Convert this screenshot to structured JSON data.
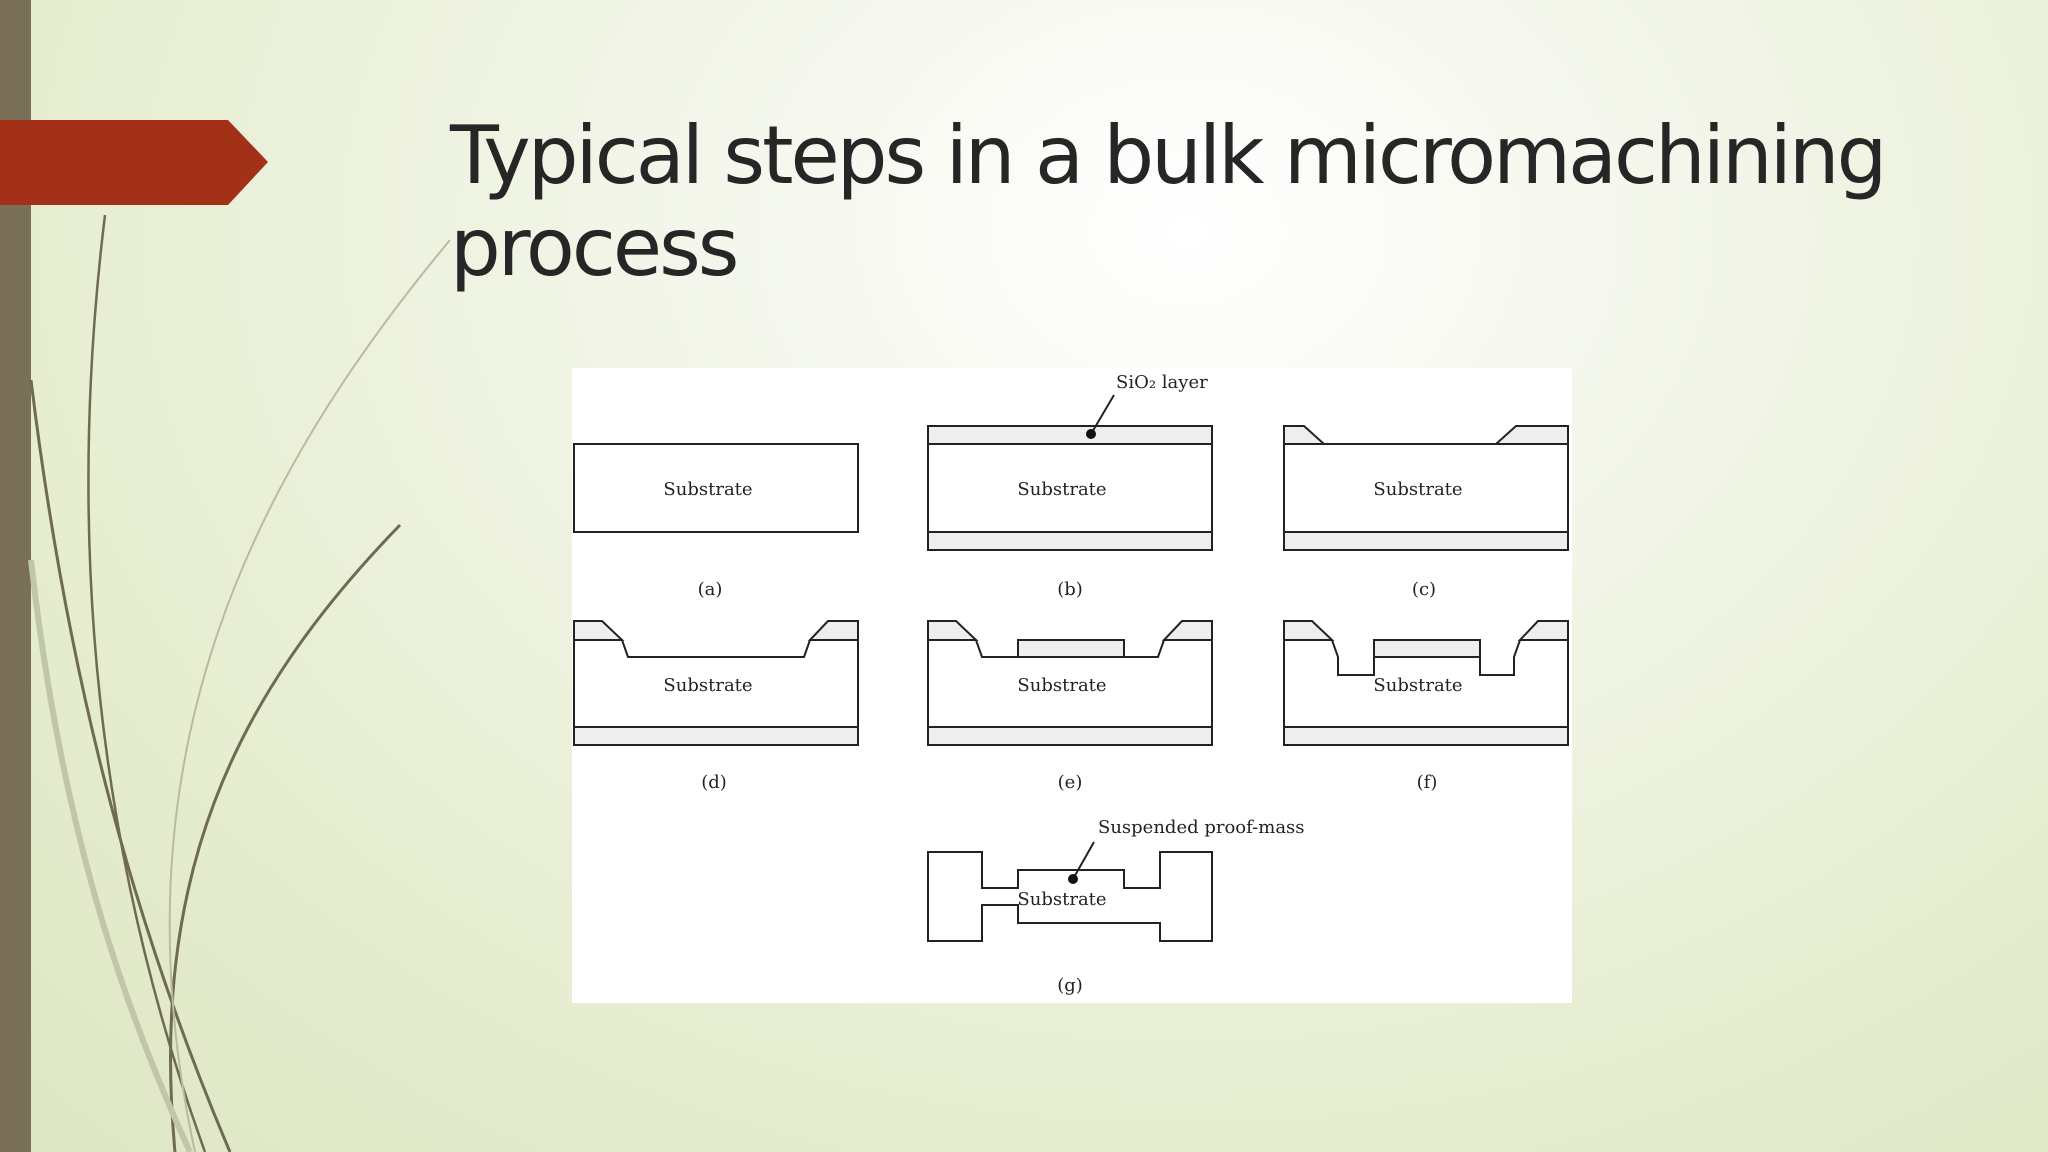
{
  "slide": {
    "title": "Typical steps in a bulk micromachining process"
  },
  "colors": {
    "left_bar": "#7a6f57",
    "accent_arrow": "#a33117",
    "swoosh": "#6f6a52",
    "title_text": "#262626"
  },
  "figure": {
    "panels": [
      {
        "id": "a",
        "substrate_label": "Substrate",
        "caption": "(a)"
      },
      {
        "id": "b",
        "substrate_label": "Substrate",
        "caption": "(b)",
        "annotation": "SiO₂ layer"
      },
      {
        "id": "c",
        "substrate_label": "Substrate",
        "caption": "(c)"
      },
      {
        "id": "d",
        "substrate_label": "Substrate",
        "caption": "(d)"
      },
      {
        "id": "e",
        "substrate_label": "Substrate",
        "caption": "(e)"
      },
      {
        "id": "f",
        "substrate_label": "Substrate",
        "caption": "(f)"
      },
      {
        "id": "g",
        "substrate_label": "Substrate",
        "caption": "(g)",
        "annotation": "Suspended proof-mass"
      }
    ]
  }
}
